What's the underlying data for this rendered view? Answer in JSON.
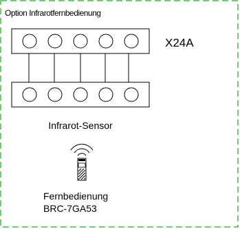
{
  "title": "Option Infrarotfernbedienung",
  "terminal_block": {
    "label": "X24A",
    "terminal_count": 5
  },
  "sensor": {
    "label": "Infrarot-Sensor",
    "terminal_count": 5
  },
  "remote": {
    "label_line1": "Fernbedienung",
    "label_line2": "BRC-7GA53"
  },
  "colors": {
    "frame": "#44bb44",
    "line": "#000000"
  }
}
